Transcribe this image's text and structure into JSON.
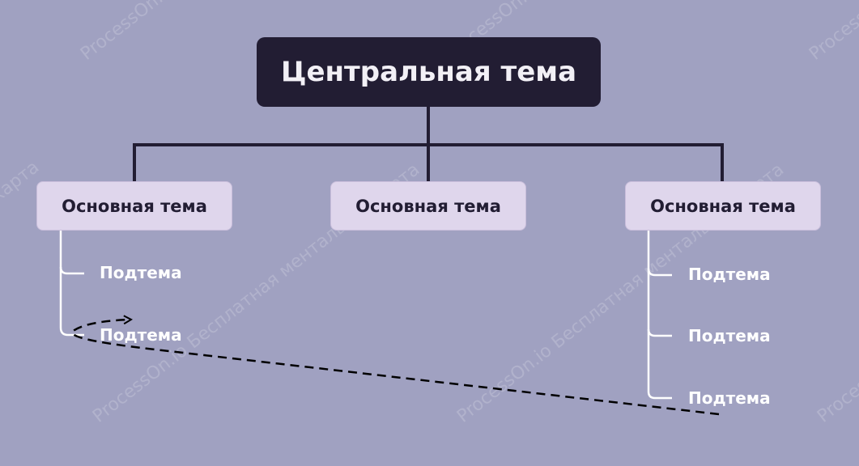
{
  "watermark": {
    "text": "ProcessOn.io Бесплатная ментальная карта"
  },
  "central_topic": {
    "label": "Центральная тема"
  },
  "main_topics": [
    {
      "label": "Основная тема"
    },
    {
      "label": "Основная тема"
    },
    {
      "label": "Основная тема"
    }
  ],
  "subtopics_left": [
    {
      "label": "Подтема"
    },
    {
      "label": "Подтема"
    }
  ],
  "subtopics_right": [
    {
      "label": "Подтема"
    },
    {
      "label": "Подтема"
    },
    {
      "label": "Подтема"
    }
  ],
  "colors": {
    "background": "#a0a1c1",
    "central_fill": "#221d33",
    "main_fill": "#dfd6ec",
    "connector": "#221d33",
    "sub_connector": "#ffffff",
    "relationship": "#000000"
  }
}
